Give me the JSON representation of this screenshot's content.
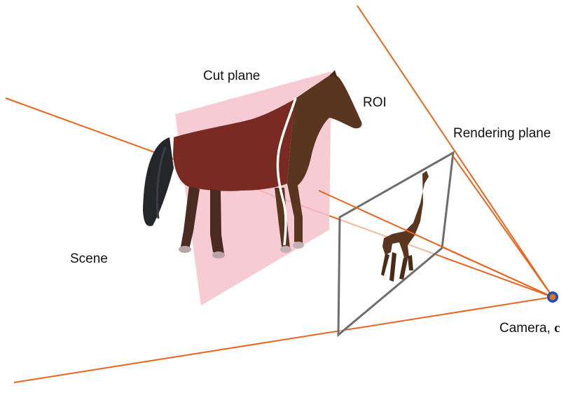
{
  "labels": {
    "cut_plane": "Cut plane",
    "roi": "ROI",
    "rendering_plane": "Rendering plane",
    "scene": "Scene",
    "camera": "Camera,",
    "camera_symbol": "c"
  },
  "colors": {
    "ray": "#e8651f",
    "cut_plane": "#f4c2cc",
    "frame": "#6d6d6d",
    "horse": "#5a3520",
    "horse_cut": "#7a2a22",
    "camera_outer": "#1f4fb5",
    "camera_inner": "#d8742a"
  },
  "icons": {
    "horse": "horse-model-icon",
    "giraffe": "giraffe-projection-icon",
    "camera": "camera-point-icon"
  }
}
